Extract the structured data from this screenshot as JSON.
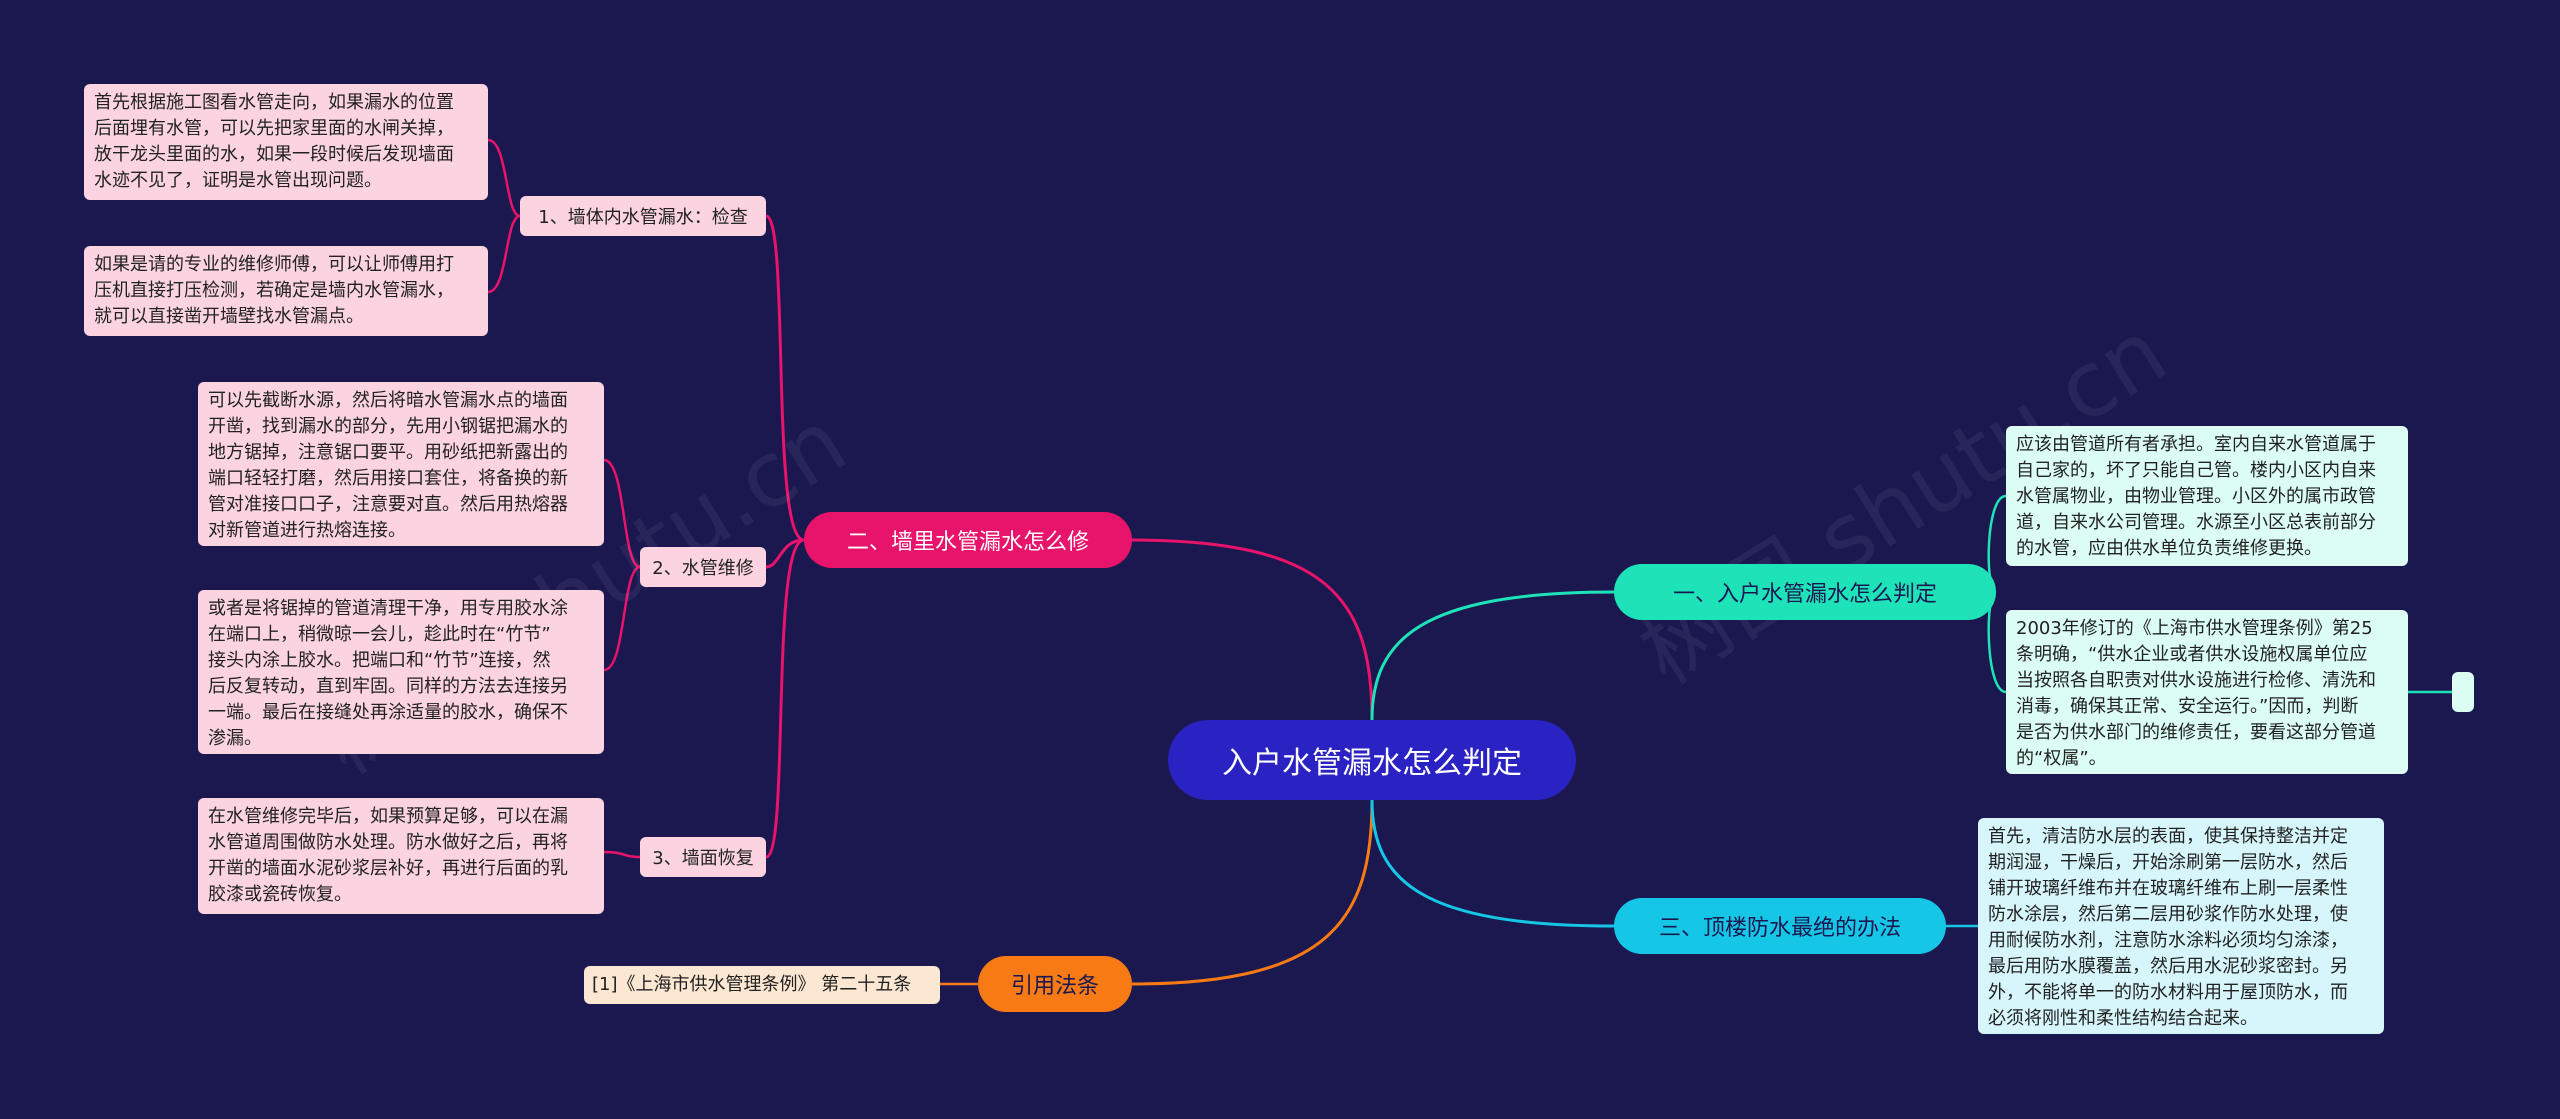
{
  "root": "入户水管漏水怎么判定",
  "branches": {
    "left_top": "二、墙里水管漏水怎么修",
    "left_bottom": "引用法条",
    "right_top": "一、入户水管漏水怎么判定",
    "right_bottom": "三、顶楼防水最绝的办法"
  },
  "subs": {
    "s1": "1、墙体内水管漏水：检查",
    "s2": "2、水管维修",
    "s3": "3、墙面恢复"
  },
  "leaves": {
    "p1": [
      "首先根据施工图看水管走向，如果漏水的位置",
      "后面埋有水管，可以先把家里面的水闸关掉，",
      "放干龙头里面的水，如果一段时候后发现墙面",
      "水迹不见了，证明是水管出现问题。"
    ],
    "p2": [
      "如果是请的专业的维修师傅，可以让师傅用打",
      "压机直接打压检测，若确定是墙内水管漏水，",
      "就可以直接凿开墙壁找水管漏点。"
    ],
    "p3": [
      "可以先截断水源，然后将暗水管漏水点的墙面",
      "开凿，找到漏水的部分，先用小钢锯把漏水的",
      "地方锯掉，注意锯口要平。用砂纸把新露出的",
      "端口轻轻打磨，然后用接口套住，将备换的新",
      "管对准接口口子，注意要对直。然后用热熔器",
      "对新管道进行热熔连接。"
    ],
    "p4": [
      "或者是将锯掉的管道清理干净，用专用胶水涂",
      "在端口上，稍微晾一会儿，趁此时在“竹节”",
      "接头内涂上胶水。把端口和“竹节”连接，然",
      "后反复转动，直到牢固。同样的方法去连接另",
      "一端。最后在接缝处再涂适量的胶水，确保不",
      "渗漏。"
    ],
    "p5": [
      "在水管维修完毕后，如果预算足够，可以在漏",
      "水管道周围做防水处理。防水做好之后，再将",
      "开凿的墙面水泥砂浆层补好，再进行后面的乳",
      "胶漆或瓷砖恢复。"
    ],
    "law": [
      "[1]《上海市供水管理条例》 第二十五条"
    ],
    "t1": [
      "应该由管道所有者承担。室内自来水管道属于",
      "自己家的，坏了只能自己管。楼内小区内自来",
      "水管属物业，由物业管理。小区外的属市政管",
      "道，自来水公司管理。水源至小区总表前部分",
      "的水管，应由供水单位负责维修更换。"
    ],
    "t2": [
      "2003年修订的《上海市供水管理条例》第25",
      "条明确，“供水企业或者供水设施权属单位应",
      "当按照各自职责对供水设施进行检修、清洗和",
      "消毒，确保其正常、安全运行。”因而，判断",
      "是否为供水部门的维修责任，要看这部分管道",
      "的“权属”。"
    ],
    "c1": [
      "首先，清洁防水层的表面，使其保持整洁并定",
      "期润湿，干燥后，开始涂刷第一层防水，然后",
      "铺开玻璃纤维布并在玻璃纤维布上刷一层柔性",
      "防水涂层，然后第二层用砂浆作防水处理，使",
      "用耐候防水剂，注意防水涂料必须均匀涂漆，",
      "最后用防水膜覆盖，然后用水泥砂浆密封。另",
      "外，不能将单一的防水材料用于屋顶防水，而",
      "必须将刚性和柔性结构结合起来。"
    ]
  },
  "colors": {
    "background": "#1b1850",
    "root": "#2b22c4",
    "pink": "#e8136a",
    "teal": "#1ee3b9",
    "cyan": "#16c6e6",
    "orange": "#f77a14"
  }
}
